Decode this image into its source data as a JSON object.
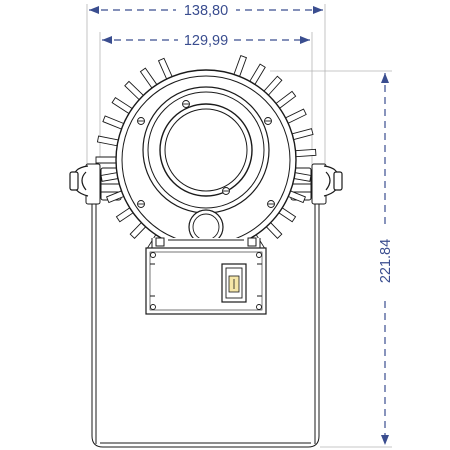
{
  "dimensions": {
    "overall_width": "138,80",
    "inner_width": "129,99",
    "height": "221.84"
  },
  "colors": {
    "dimension_line": "#3a4d8f",
    "outline": "#1a1a1a",
    "extension_line": "#b5b5b5"
  },
  "icons": {
    "arrow": "dimension-arrowhead",
    "switch": "rocker-switch"
  }
}
